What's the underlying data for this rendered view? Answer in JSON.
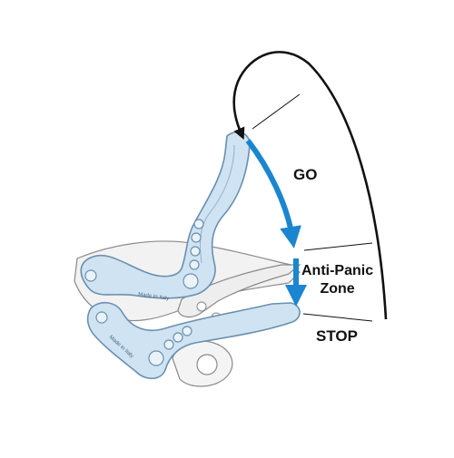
{
  "labels": {
    "go": "GO",
    "anti_panic_line1": "Anti-Panic",
    "anti_panic_line2": "Zone",
    "stop": "STOP"
  },
  "engravings": {
    "handle": "Made In Italy",
    "body": "Made in Italy"
  },
  "colors": {
    "arrow_blue": "#1a86d0",
    "handle_fill": "#cfe3f2",
    "handle_stroke": "#6a90b0",
    "gray_part": "#f0f0f0",
    "outline": "#111111"
  }
}
